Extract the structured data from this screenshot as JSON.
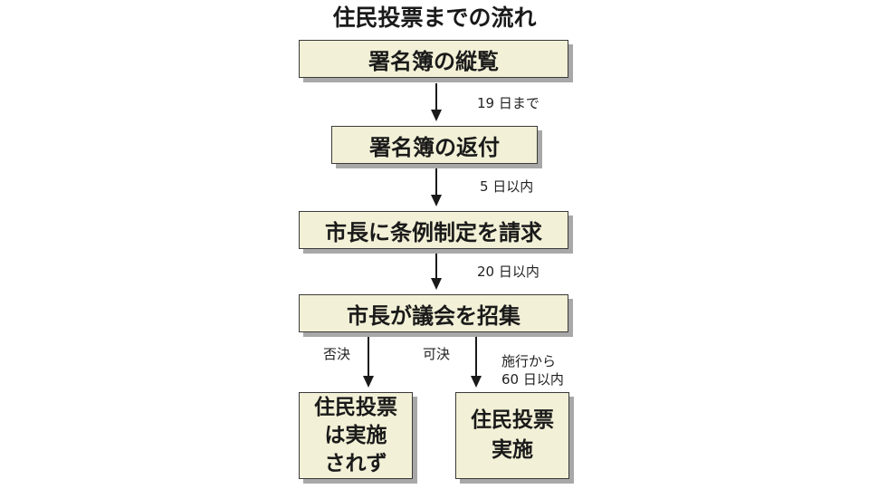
{
  "title": "住民投票までの流れ",
  "boxes": {
    "step1": "署名簿の縦覧",
    "step2": "署名簿の返付",
    "step3": "市長に条例制定を請求",
    "step4": "市長が議会を招集",
    "rejected": "住民投票\nは実施\nされず",
    "approved": "住民投票\n実施"
  },
  "arrow_labels": {
    "a1": "19 日まで",
    "a2": "5 日以内",
    "a3": "20 日以内",
    "rejected": "否決",
    "approved": "可決",
    "approved_deadline": "施行から\n60 日以内"
  },
  "colors": {
    "box_fill": "#f2f0d6",
    "box_border": "#3a3a3a",
    "shadow": "#a8a8a8",
    "arrow": "#1a1a1a"
  }
}
